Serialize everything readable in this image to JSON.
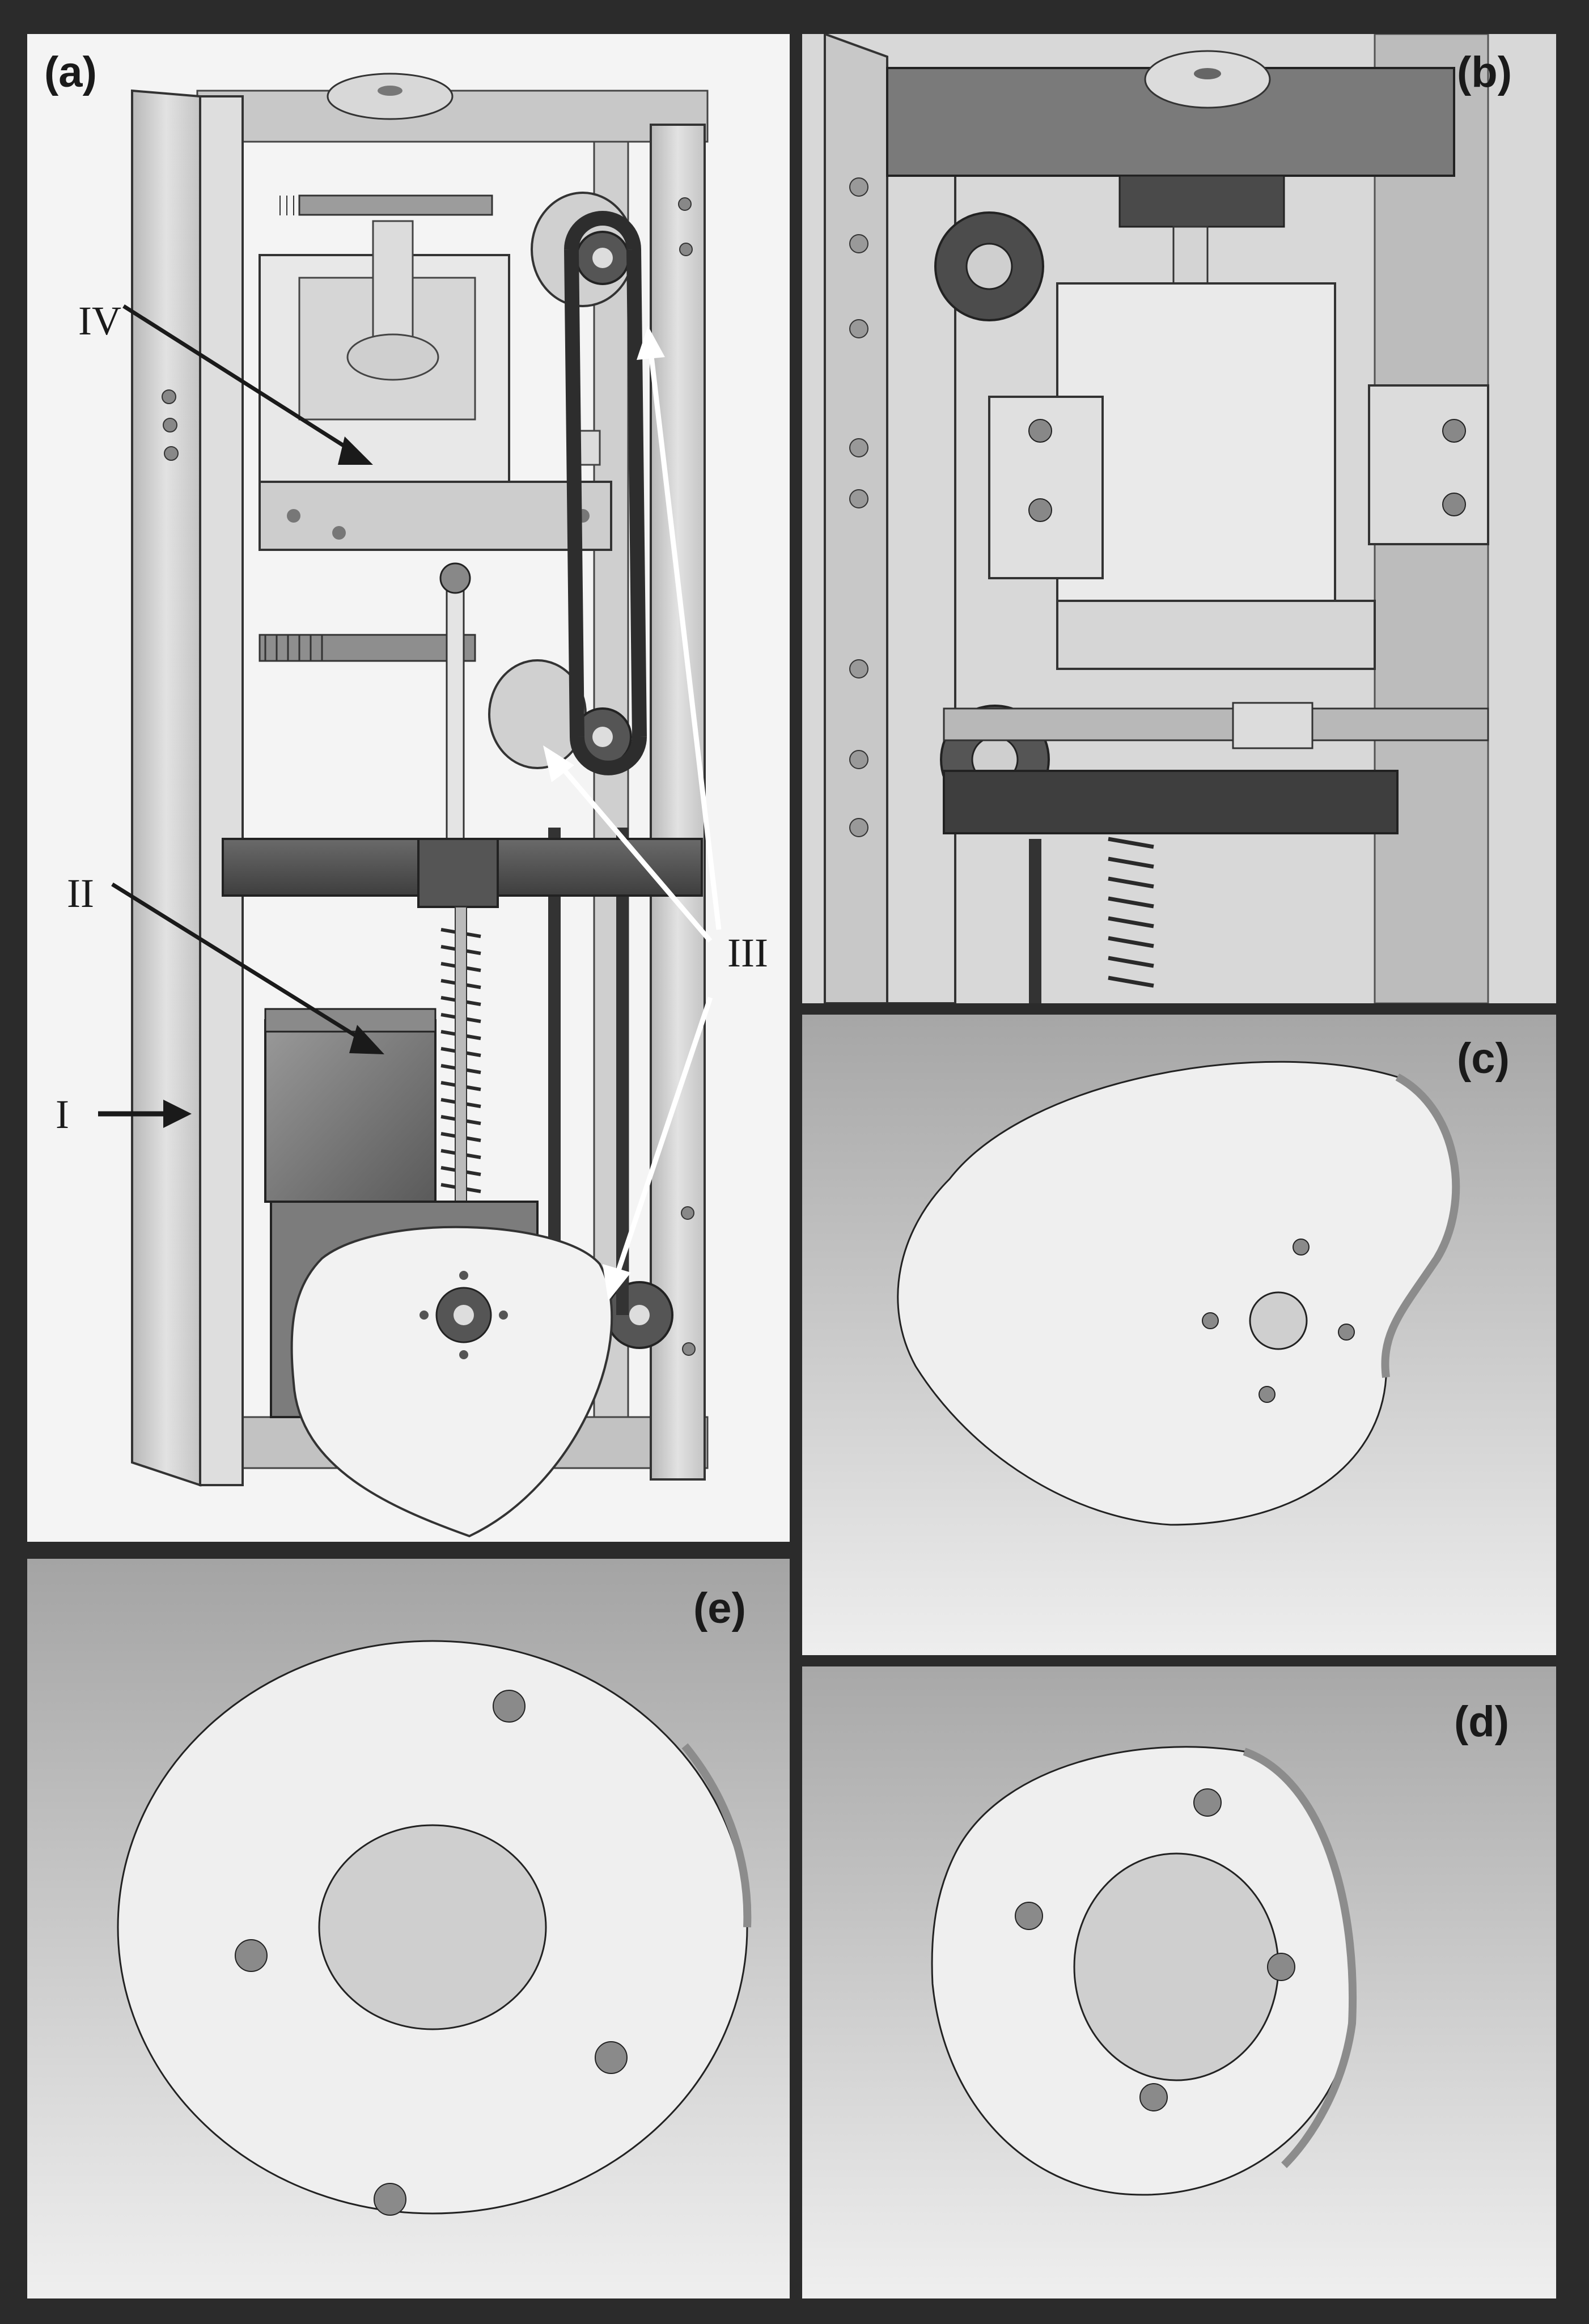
{
  "panels": {
    "a": {
      "label": "(a)"
    },
    "b": {
      "label": "(b)"
    },
    "c": {
      "label": "(c)"
    },
    "d": {
      "label": "(d)"
    },
    "e": {
      "label": "(e)"
    }
  },
  "callouts": {
    "i": "I",
    "ii": "II",
    "iii": "III",
    "iv": "IV"
  },
  "colors": {
    "frame": "#2b2b2b",
    "metal_light": "#dcdcdc",
    "metal_mid": "#bdbdbd",
    "metal_dark": "#7a7a7a",
    "belt": "#3a3a3a",
    "cam_face": "#ececec",
    "bg_gradient_top": "#a9a9a9",
    "bg_gradient_bottom": "#f0f0f0"
  }
}
